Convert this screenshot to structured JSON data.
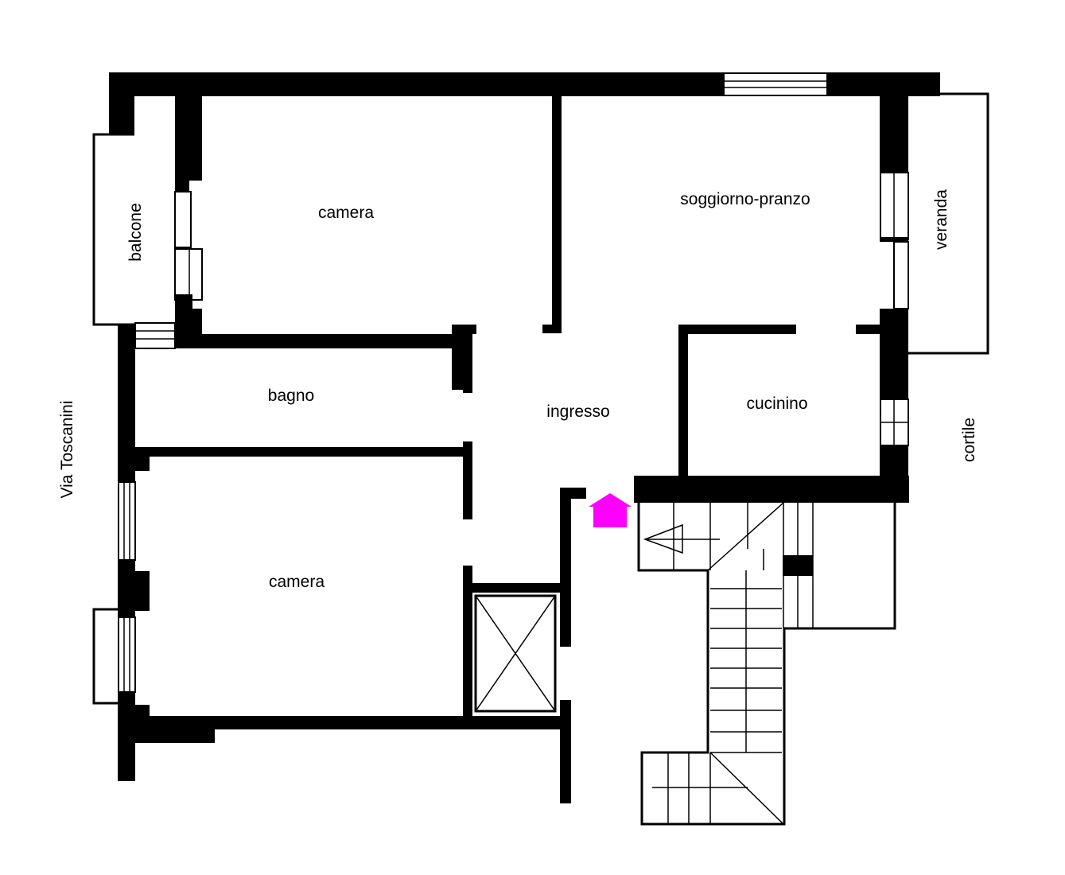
{
  "rooms": {
    "camera_top": "camera",
    "soggiorno": "soggiorno-pranzo",
    "veranda": "veranda",
    "balcone": "balcone",
    "bagno": "bagno",
    "ingresso": "ingresso",
    "cucinino": "cucinino",
    "camera_bottom": "camera"
  },
  "surroundings": {
    "street": "Via Toscanini",
    "courtyard": "cortile"
  },
  "colors": {
    "wall": "#000000",
    "entrance_marker": "#ff00ff"
  },
  "icons": {
    "entrance": "entrance-arrow-icon",
    "elevator": "elevator-shaft-icon",
    "stairs": "staircase-icon"
  }
}
